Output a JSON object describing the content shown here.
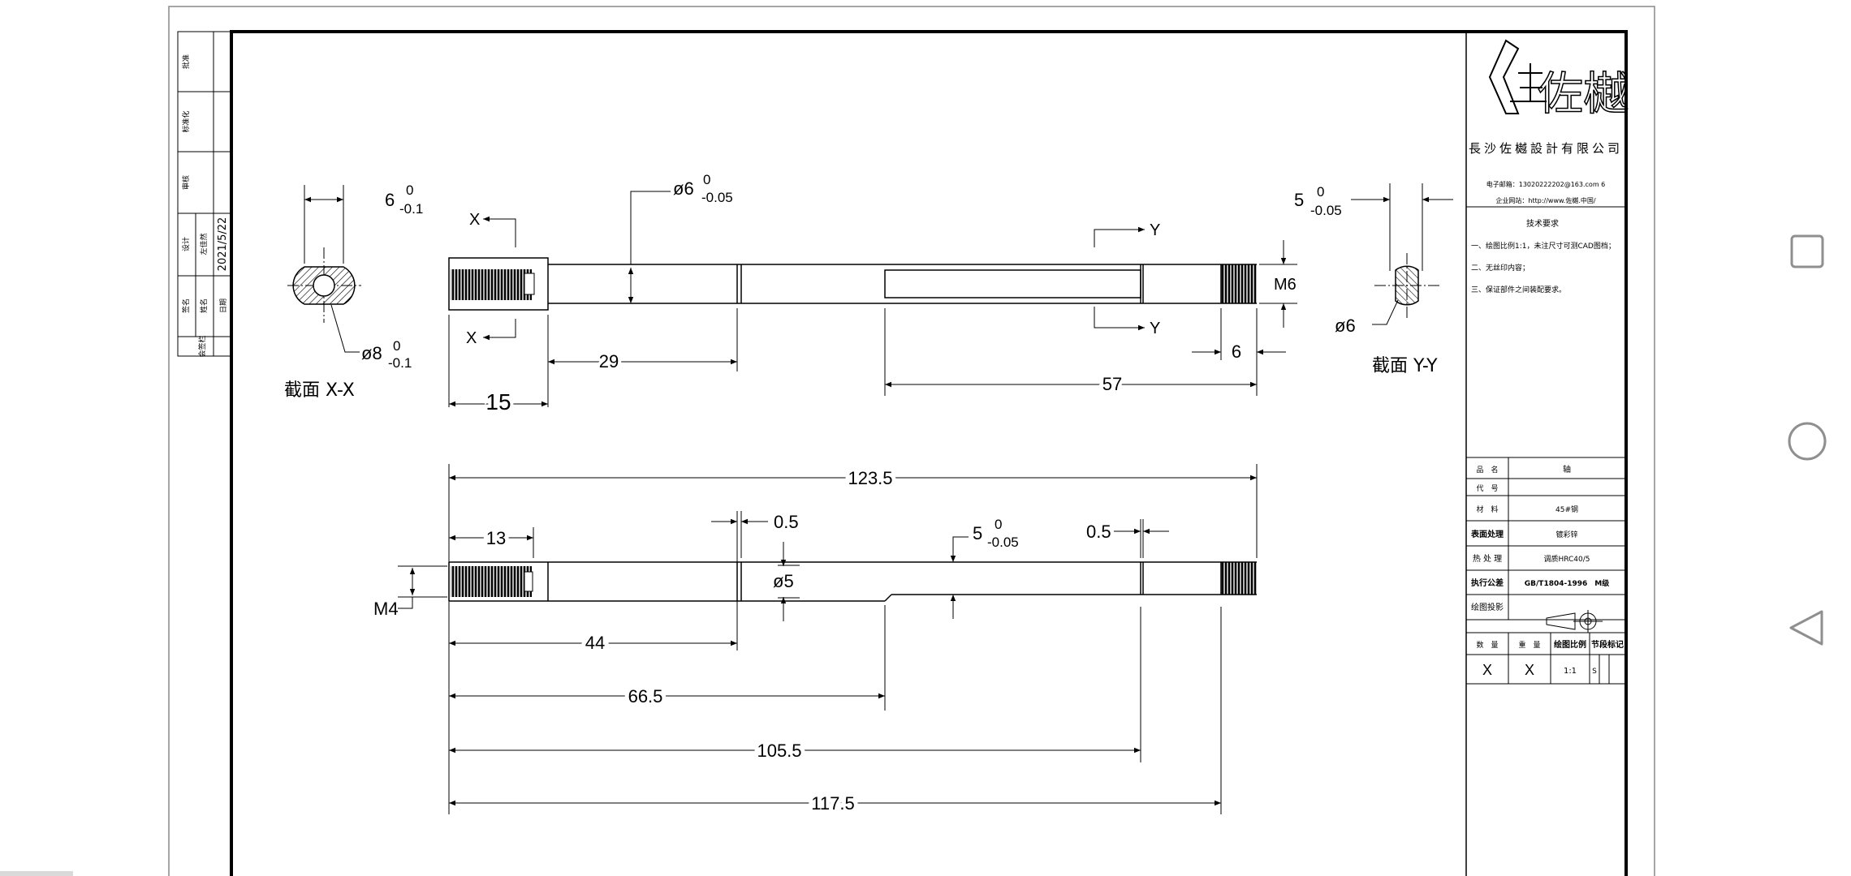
{
  "drawing": {
    "section_xx": {
      "label": "截面 X-X",
      "width_dim": "6",
      "width_tol_upper": "0",
      "width_tol_lower": "-0.1",
      "dia_dim": "ø8",
      "dia_tol_upper": "0",
      "dia_tol_lower": "-0.1"
    },
    "section_yy": {
      "label": "截面 Y-Y",
      "width_dim": "5",
      "width_tol_upper": "0",
      "width_tol_lower": "-0.05",
      "dia_dim": "ø6"
    },
    "top_view": {
      "section_x_marker": "X",
      "section_y_marker": "Y",
      "dia_dim": "ø6",
      "dia_tol_upper": "0",
      "dia_tol_lower": "-0.05",
      "thread_dim": "M6",
      "dim_15": "15",
      "dim_29": "29",
      "dim_57": "57",
      "dim_6": "6"
    },
    "front_view": {
      "dim_total": "123.5",
      "dim_13": "13",
      "dim_groove_left": "0.5",
      "dim_groove_right": "0.5",
      "flat_dim": "5",
      "flat_tol_upper": "0",
      "flat_tol_lower": "-0.05",
      "dia_dim": "ø5",
      "thread_dim": "M4",
      "dim_44": "44",
      "dim_66_5": "66.5",
      "dim_105_5": "105.5",
      "dim_117_5": "117.5"
    },
    "left_strip": {
      "row1": "批准",
      "row2": "标准化",
      "row3": "审核",
      "row4_a": "设计",
      "row4_b": "左佳然",
      "row4_date": "2021/5/22",
      "row5_a": "签名",
      "row5_b": "姓名",
      "row5_c": "日期",
      "row6": "会签栏"
    },
    "title_block": {
      "logo_text": "佐樾",
      "company": "長沙佐樾設計有限公司",
      "email": "电子邮箱：13020222202@163.com 6",
      "website": "企业网站：http://www.佐樾.中国/",
      "tech_title": "技术要求",
      "tech_1": "一、绘图比例1:1，未注尺寸可测CAD图档；",
      "tech_2": "二、无丝印内容；",
      "tech_3": "三、保证部件之间装配要求。",
      "rows": [
        {
          "label": "品　名",
          "value": "轴"
        },
        {
          "label": "代　号",
          "value": ""
        },
        {
          "label": "材　料",
          "value": "45#钢"
        },
        {
          "label": "表面处理",
          "value": "镀彩锌"
        },
        {
          "label": "热 处 理",
          "value": "调质HRC40/5"
        },
        {
          "label": "执行公差",
          "value": "GB/T1804-1996　M级"
        },
        {
          "label": "绘图投影",
          "value": ""
        }
      ],
      "footer_headers": [
        "数　量",
        "重　量",
        "绘图比例",
        "节段标记"
      ],
      "footer_values": [
        "X",
        "X",
        "1:1",
        "S"
      ]
    }
  },
  "nav": {
    "recents": "recents-button",
    "home": "home-button",
    "back": "back-button"
  },
  "colors": {
    "line": "#000000",
    "frame": "#444444",
    "nav_icon": "#8f8f8f",
    "background": "#ffffff"
  }
}
